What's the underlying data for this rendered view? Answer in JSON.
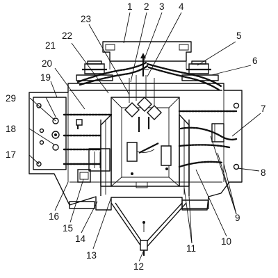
{
  "callouts": [
    {
      "id": "c1",
      "label": "1"
    },
    {
      "id": "c2",
      "label": "2"
    },
    {
      "id": "c3",
      "label": "3"
    },
    {
      "id": "c4",
      "label": "4"
    },
    {
      "id": "c5",
      "label": "5"
    },
    {
      "id": "c6",
      "label": "6"
    },
    {
      "id": "c7",
      "label": "7"
    },
    {
      "id": "c8",
      "label": "8"
    },
    {
      "id": "c9",
      "label": "9"
    },
    {
      "id": "c10",
      "label": "10"
    },
    {
      "id": "c11",
      "label": "11"
    },
    {
      "id": "c12",
      "label": "12"
    },
    {
      "id": "c13",
      "label": "13"
    },
    {
      "id": "c14",
      "label": "14"
    },
    {
      "id": "c15",
      "label": "15"
    },
    {
      "id": "c16",
      "label": "16"
    },
    {
      "id": "c17",
      "label": "17"
    },
    {
      "id": "c18",
      "label": "18"
    },
    {
      "id": "c19",
      "label": "19"
    },
    {
      "id": "c20",
      "label": "20"
    },
    {
      "id": "c21",
      "label": "21"
    },
    {
      "id": "c22",
      "label": "22"
    },
    {
      "id": "c23",
      "label": "23"
    },
    {
      "id": "c29",
      "label": "29"
    }
  ]
}
